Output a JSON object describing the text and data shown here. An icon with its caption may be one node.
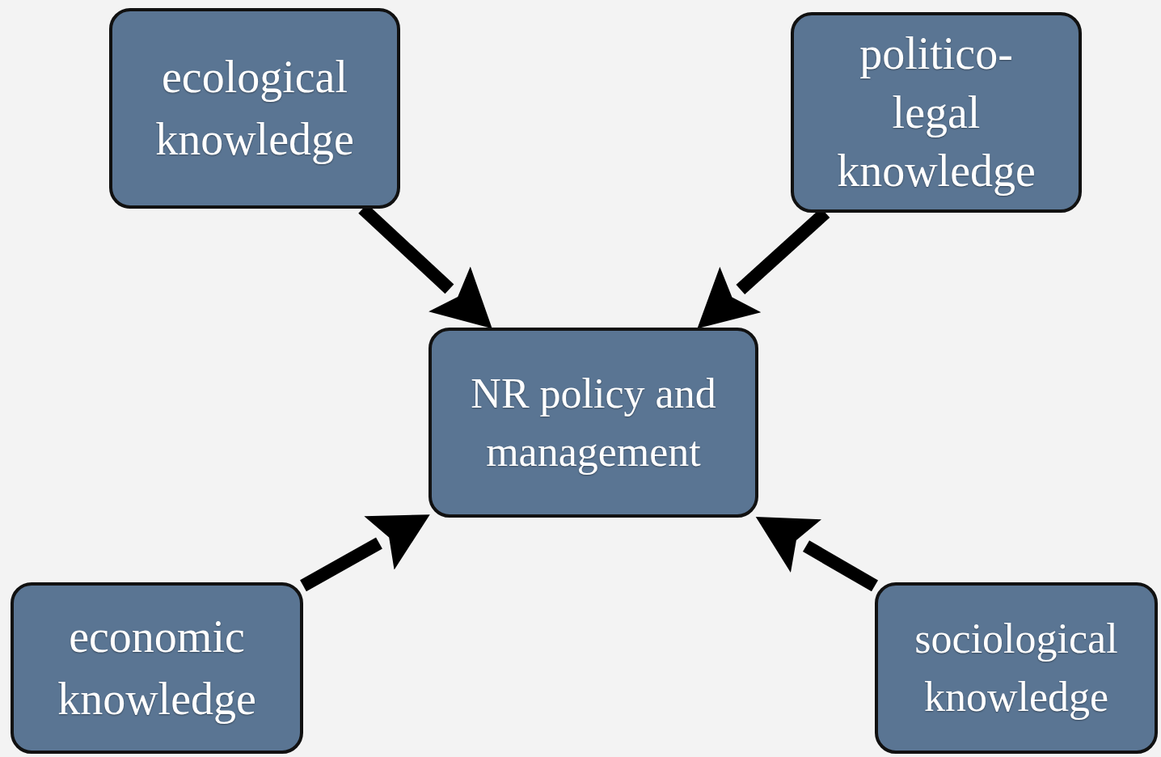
{
  "diagram": {
    "nodes": [
      {
        "text": [
          "ecological knowledge"
        ]
      },
      {
        "text": [
          "politico-legal knowledge"
        ]
      },
      {
        "text": [
          "NR policy and management"
        ]
      },
      {
        "text": [
          "economic knowledge"
        ]
      },
      {
        "text": [
          "sociological knowledge"
        ]
      }
    ],
    "edges": [
      {
        "from": 0,
        "to": 2,
        "arrow": "to"
      },
      {
        "from": 1,
        "to": 2,
        "arrow": "to"
      },
      {
        "from": 3,
        "to": 2,
        "arrow": "to"
      },
      {
        "from": 4,
        "to": 2,
        "arrow": "to"
      }
    ]
  }
}
